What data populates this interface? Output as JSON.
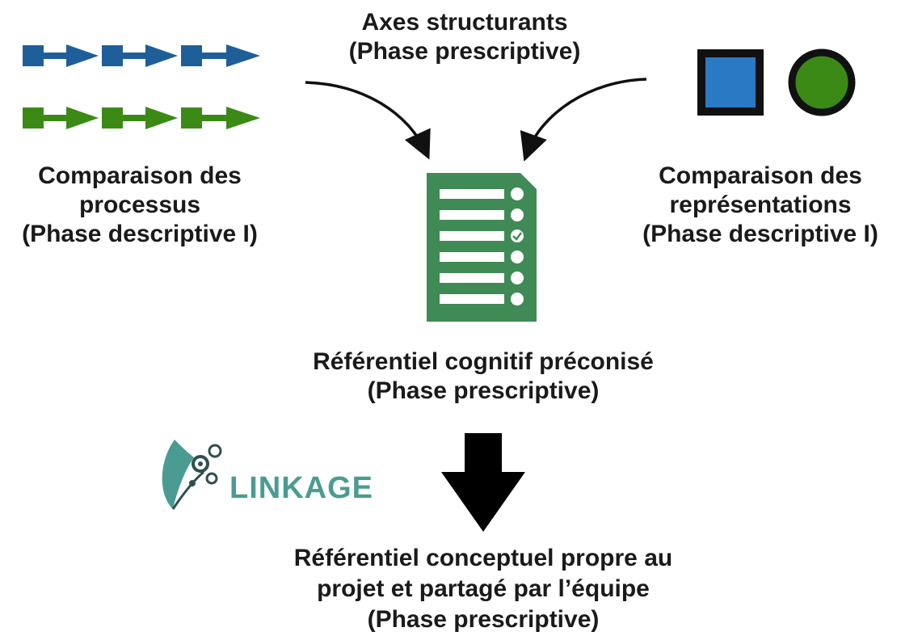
{
  "top": {
    "line1": "Axes structurants",
    "line2": "(Phase prescriptive)"
  },
  "left": {
    "line1": "Comparaison des",
    "line2": "processus",
    "line3": "(Phase descriptive I)"
  },
  "right": {
    "line1": "Comparaison des",
    "line2": "représentations",
    "line3": "(Phase descriptive I)"
  },
  "middle": {
    "line1": "Référentiel cognitif préconisé",
    "line2": "(Phase prescriptive)"
  },
  "bottom": {
    "line1": "Référentiel conceptuel propre au",
    "line2": "projet et partagé par l’équipe",
    "line3": "(Phase prescriptive)"
  },
  "logo": {
    "text": "LINKAGE",
    "color": "#4a9c93"
  },
  "colors": {
    "blue": "#1f5f99",
    "blue_fill": "#2a79c4",
    "green": "#3b8a16",
    "doc_green": "#3f8a55",
    "text": "#1a1a1a"
  },
  "icons": {
    "process_rows": [
      "blue-process-flow-icon",
      "green-process-flow-icon"
    ],
    "representations": [
      "blue-square-icon",
      "green-circle-icon"
    ],
    "checklist": "checklist-document-icon",
    "down_arrow": "big-down-arrow-icon",
    "logo": "leaf-gear-logo-icon"
  }
}
